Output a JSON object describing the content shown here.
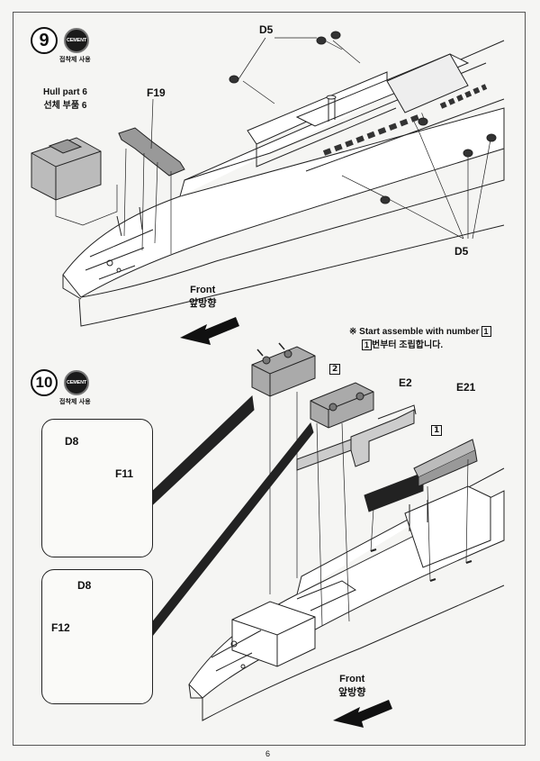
{
  "page": {
    "number": "6"
  },
  "cement": {
    "badge": "CEMENT",
    "note": "접착제 사용"
  },
  "step9": {
    "number": "9",
    "hull_part_en": "Hull part 6",
    "hull_part_ko": "선체 부품 6",
    "f19": "F19",
    "d5_top": "D5",
    "d5_bottom": "D5",
    "front_en": "Front",
    "front_ko": "앞방향"
  },
  "note": {
    "prefix": "※",
    "en": "Start assemble with number",
    "box": "1",
    "ko": "번부터 조립합니다."
  },
  "step10": {
    "number": "10",
    "seq2": "2",
    "seq1": "1",
    "e2": "E2",
    "e21": "E21",
    "d8_upper": "D8",
    "f11": "F11",
    "d8_lower": "D8",
    "f12": "F12",
    "front_en": "Front",
    "front_ko": "앞방향"
  }
}
